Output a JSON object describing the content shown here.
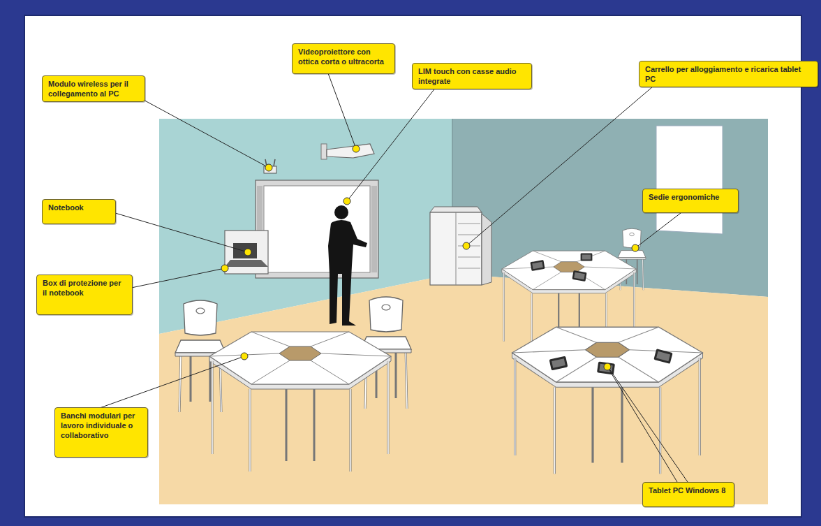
{
  "diagram": {
    "nodes": [
      {
        "text": [
          "Videoproiettore con ottica corta o ultracorta"
        ]
      },
      {
        "text": [
          "Modulo wireless per il collegamento al PC"
        ]
      },
      {
        "text": [
          "LIM touch con casse audio integrate"
        ]
      },
      {
        "text": [
          "Carrello per alloggiamento e ricarica tablet PC"
        ]
      },
      {
        "text": [
          "Notebook"
        ]
      },
      {
        "text": [
          "Sedie ergonomiche"
        ]
      },
      {
        "text": [
          "Box di protezione per il notebook"
        ]
      },
      {
        "text": [
          "Banchi modulari per lavoro individuale o collaborativo"
        ]
      },
      {
        "text": [
          "Tablet PC Windows 8"
        ]
      }
    ]
  }
}
